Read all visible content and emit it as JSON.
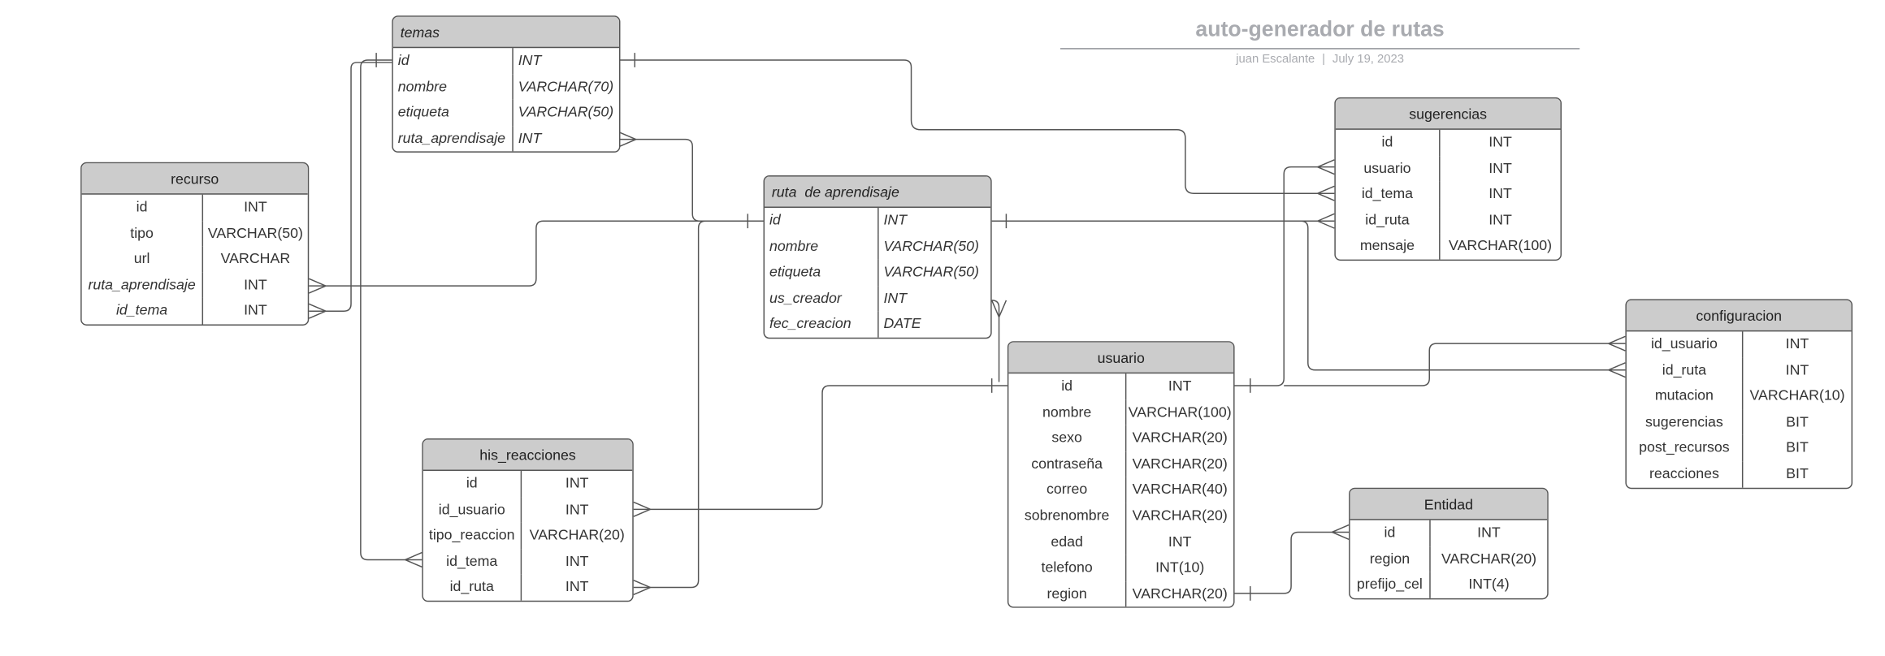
{
  "header": {
    "title": "auto-generador de rutas",
    "author": "juan Escalante",
    "separator": "|",
    "date": "July 19, 2023"
  },
  "colors": {
    "header_fill": "#cccccc",
    "border": "#555555",
    "title": "#a9abb0",
    "connector": "#555555"
  },
  "tables": {
    "temas": {
      "name": "temas",
      "rows": [
        {
          "field": "id",
          "type": "INT"
        },
        {
          "field": "nombre",
          "type": "VARCHAR(70)"
        },
        {
          "field": "etiqueta",
          "type": "VARCHAR(50)"
        },
        {
          "field": "ruta_aprendisaje",
          "type": "INT"
        }
      ]
    },
    "recurso": {
      "name": "recurso",
      "rows": [
        {
          "field": "id",
          "type": "INT"
        },
        {
          "field": "tipo",
          "type": "VARCHAR(50)"
        },
        {
          "field": "url",
          "type": "VARCHAR"
        },
        {
          "field": "ruta_aprendisaje",
          "type": "INT"
        },
        {
          "field": "id_tema",
          "type": "INT"
        }
      ]
    },
    "ruta": {
      "name": "ruta  de aprendisaje",
      "rows": [
        {
          "field": "id",
          "type": "INT"
        },
        {
          "field": "nombre",
          "type": "VARCHAR(50)"
        },
        {
          "field": "etiqueta",
          "type": "VARCHAR(50)"
        },
        {
          "field": "us_creador",
          "type": "INT"
        },
        {
          "field": "fec_creacion",
          "type": "DATE"
        }
      ]
    },
    "sugerencias": {
      "name": "sugerencias",
      "rows": [
        {
          "field": "id",
          "type": "INT"
        },
        {
          "field": "usuario",
          "type": "INT"
        },
        {
          "field": "id_tema",
          "type": "INT"
        },
        {
          "field": "id_ruta",
          "type": "INT"
        },
        {
          "field": "mensaje",
          "type": "VARCHAR(100)"
        }
      ]
    },
    "configuracion": {
      "name": "configuracion",
      "rows": [
        {
          "field": "id_usuario",
          "type": "INT"
        },
        {
          "field": "id_ruta",
          "type": "INT"
        },
        {
          "field": "mutacion",
          "type": "VARCHAR(10)"
        },
        {
          "field": "sugerencias",
          "type": "BIT"
        },
        {
          "field": "post_recursos",
          "type": "BIT"
        },
        {
          "field": "reacciones",
          "type": "BIT"
        }
      ]
    },
    "usuario": {
      "name": "usuario",
      "rows": [
        {
          "field": "id",
          "type": "INT"
        },
        {
          "field": "nombre",
          "type": "VARCHAR(100)"
        },
        {
          "field": "sexo",
          "type": "VARCHAR(20)"
        },
        {
          "field": "contraseña",
          "type": "VARCHAR(20)"
        },
        {
          "field": "correo",
          "type": "VARCHAR(40)"
        },
        {
          "field": "sobrenombre",
          "type": "VARCHAR(20)"
        },
        {
          "field": "edad",
          "type": "INT"
        },
        {
          "field": "telefono",
          "type": "INT(10)"
        },
        {
          "field": "region",
          "type": "VARCHAR(20)"
        }
      ]
    },
    "his_reacciones": {
      "name": "his_reacciones",
      "rows": [
        {
          "field": "id",
          "type": "INT"
        },
        {
          "field": "id_usuario",
          "type": "INT"
        },
        {
          "field": "tipo_reaccion",
          "type": "VARCHAR(20)"
        },
        {
          "field": "id_tema",
          "type": "INT"
        },
        {
          "field": "id_ruta",
          "type": "INT"
        }
      ]
    },
    "entidad": {
      "name": "Entidad",
      "rows": [
        {
          "field": "id",
          "type": "INT"
        },
        {
          "field": "region",
          "type": "VARCHAR(20)"
        },
        {
          "field": "prefijo_cel",
          "type": "INT(4)"
        }
      ]
    }
  }
}
